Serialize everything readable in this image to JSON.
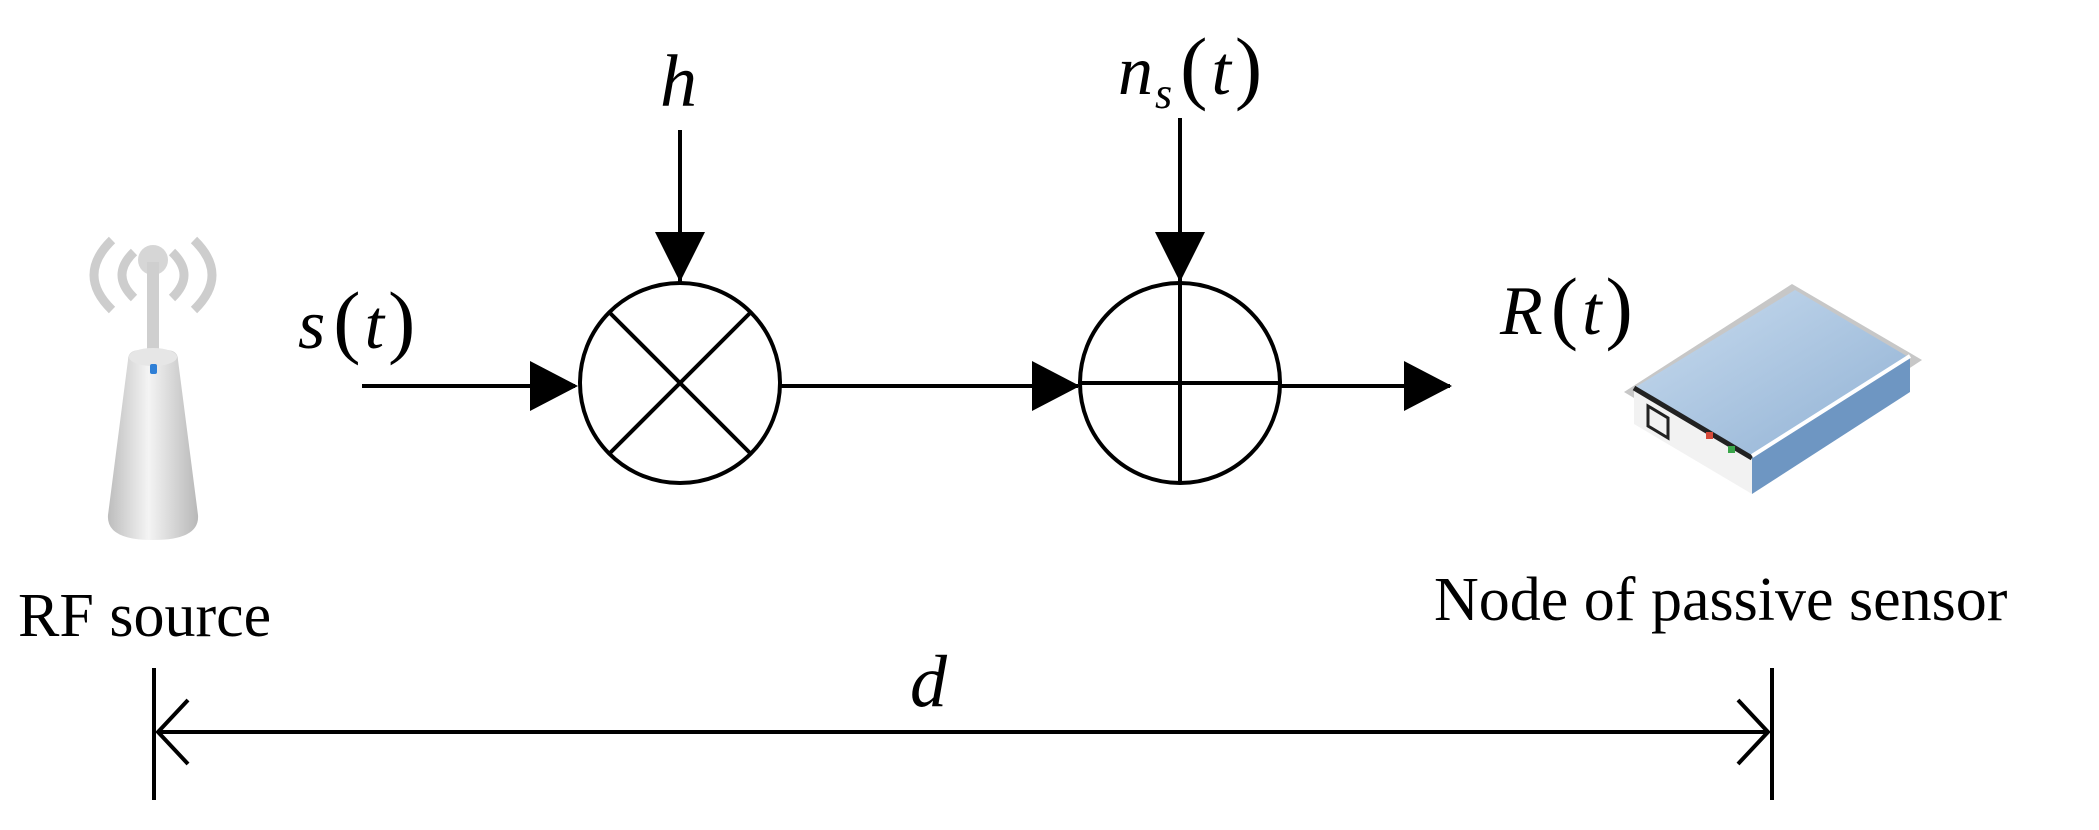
{
  "signals": {
    "input": {
      "symbol": "s",
      "argument": "t"
    },
    "channel_gain": {
      "symbol": "h"
    },
    "noise": {
      "symbol": "n",
      "subscript": "s",
      "argument": "t"
    },
    "output": {
      "symbol": "R",
      "argument": "t"
    }
  },
  "distance": {
    "symbol": "d"
  },
  "nodes": {
    "source_label": "RF source",
    "sensor_label": "Node of passive sensor"
  },
  "blocks": {
    "multiplier": "multiplier-symbol",
    "adder": "adder-symbol"
  },
  "icons": {
    "source": "antenna-icon",
    "sensor": "sensor-device-icon"
  },
  "colors": {
    "line": "#000000",
    "device_top": "#a9c4e0",
    "device_body": "#cfcfcf",
    "antenna": "#c8c8c8",
    "led_blue": "#2f7fd6"
  }
}
